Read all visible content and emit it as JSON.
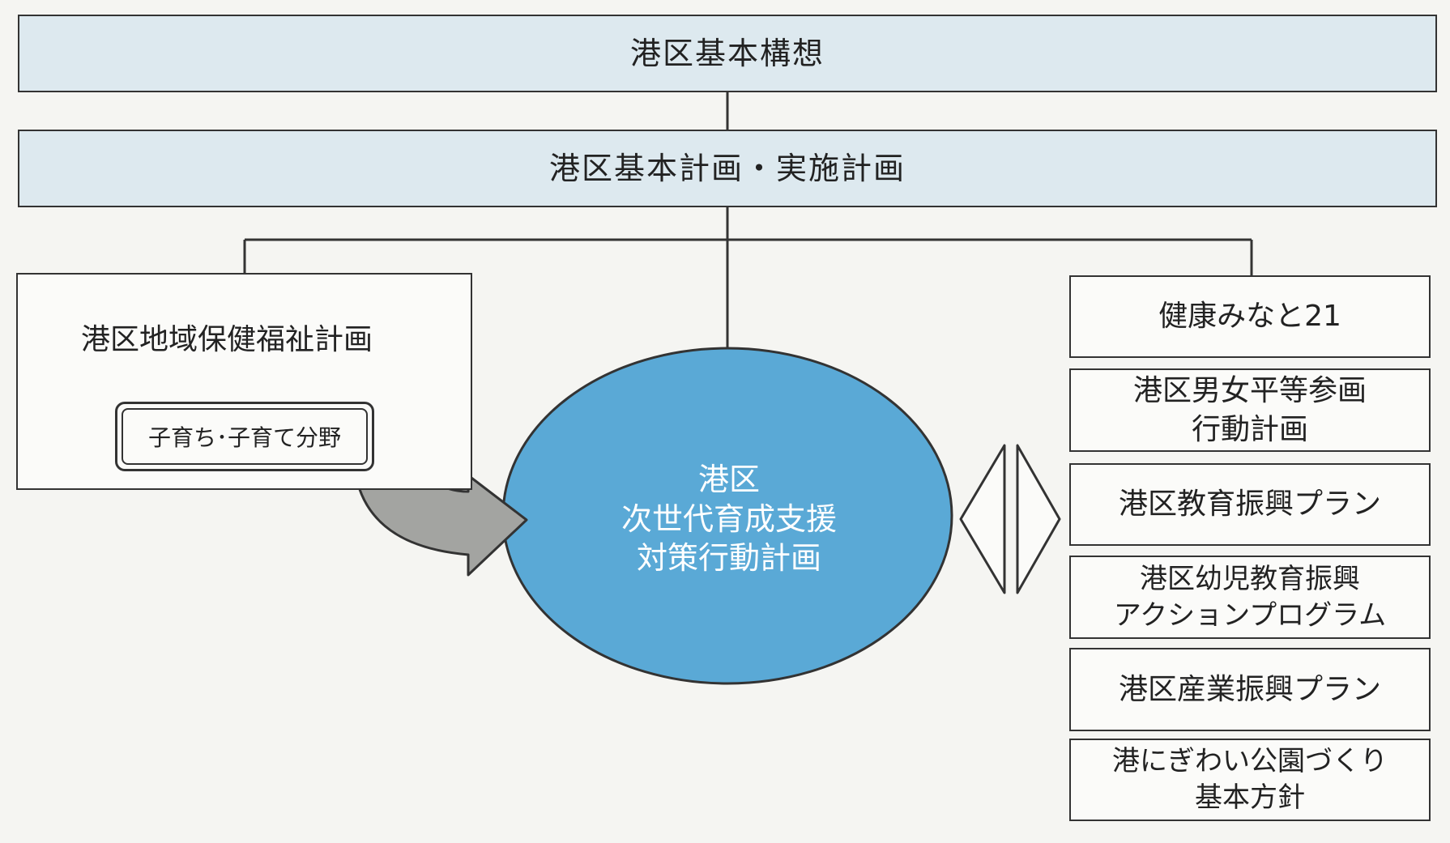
{
  "header": {
    "basic_concept": "港区基本構想",
    "basic_plan": "港区基本計画・実施計画"
  },
  "left": {
    "title": "港区地域保健福祉計画",
    "child_field": "子育ち･子育て分野"
  },
  "center": {
    "lines": [
      "港区",
      "次世代育成支援",
      "対策行動計画"
    ]
  },
  "right": {
    "items": [
      "健康みなと21",
      "港区男女平等参画\n行動計画",
      "港区教育振興プラン",
      "港区幼児教育振興\nアクションプログラム",
      "港区産業振興プラン",
      "港にぎわい公園づくり\n基本方針"
    ]
  },
  "colors": {
    "header_fill": "#dde9ef",
    "center_fill": "#5aa9d6",
    "arrow_fill": "#a3a4a1",
    "line": "#333333"
  }
}
